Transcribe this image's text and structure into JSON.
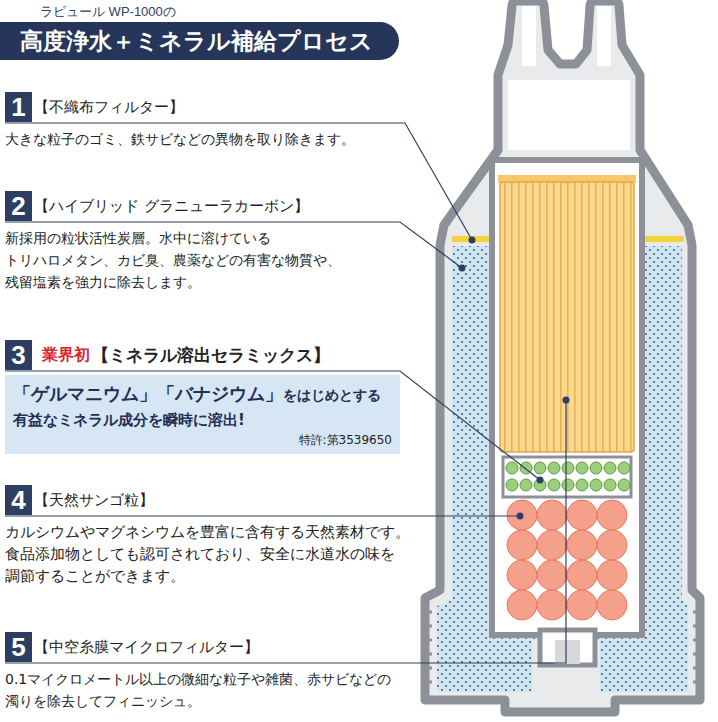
{
  "diagram": {
    "title": "高度浄水＋ミネラル補給プロセス",
    "nodes": [
      {
        "text": [
          "1",
          "【不織布フィルター】",
          "大きな粒子のゴミ、鉄サビなどの異物を取り除きます。"
        ]
      },
      {
        "text": [
          "2",
          "【ハイブリッド グラニューラカーボン】",
          "新採用の粒状活性炭層。水中に溶けている トリハロメタン、カビ臭、農薬などの有害な物質や、 残留塩素を強力に除去します。"
        ]
      },
      {
        "text": [
          "3",
          "業界初",
          "【ミネラル溶出セラミックス】"
        ]
      },
      {
        "text": [
          "「ゲルマニウム」「バナジウム」",
          "をはじめとする",
          "有益なミネラル成分を瞬時に溶出!",
          "特許:第3539650"
        ]
      },
      {
        "text": [
          "4",
          "【天然サンゴ粒】",
          "カルシウムやマグネシウムを豊富に含有する天然素材です。 食品添加物としても認可されており、安全に水道水の味を 調節することができます。"
        ]
      },
      {
        "text": [
          "5",
          "【中空糸膜マイクロフィルター】",
          "0.1マイクロメートル以上の微細な粒子や雑菌、赤サビなどの 濁りを除去してフィニッシュ。"
        ]
      }
    ],
    "labels": [
      "ラピュール WP-1000の"
    ]
  }
}
